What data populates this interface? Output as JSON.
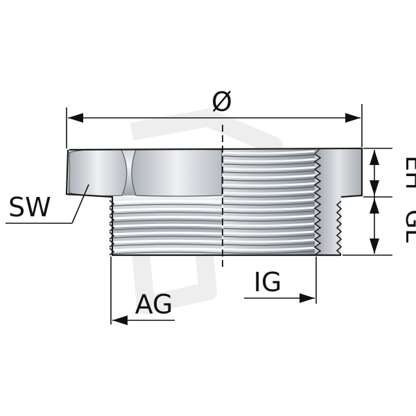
{
  "labels": {
    "diameter": "Ø",
    "wrench_size": "SW",
    "outer_thread": "AG",
    "inner_thread": "IG",
    "head_height": "EH",
    "thread_length": "GL"
  },
  "colors": {
    "line": "#111111",
    "metal_light": "#e6e8eb",
    "metal_mid": "#b9bec4",
    "metal_dark": "#7d838a",
    "watermark": "#ededed"
  }
}
